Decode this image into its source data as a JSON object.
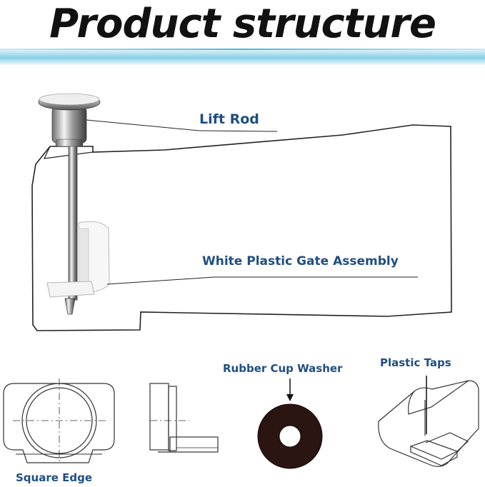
{
  "title": "Product structure",
  "labels": {
    "lift_rod": "Lift Rod",
    "gate_assembly": "White Plastic Gate Assembly",
    "rubber_cup_washer": "Rubber Cup Washer",
    "plastic_taps": "Plastic Taps",
    "square_edge": "Square Edge"
  },
  "colors": {
    "label_text": "#1f4e82",
    "title_text": "#111111",
    "accent_bar": "#4fb6d8",
    "washer": "#2a1512"
  }
}
